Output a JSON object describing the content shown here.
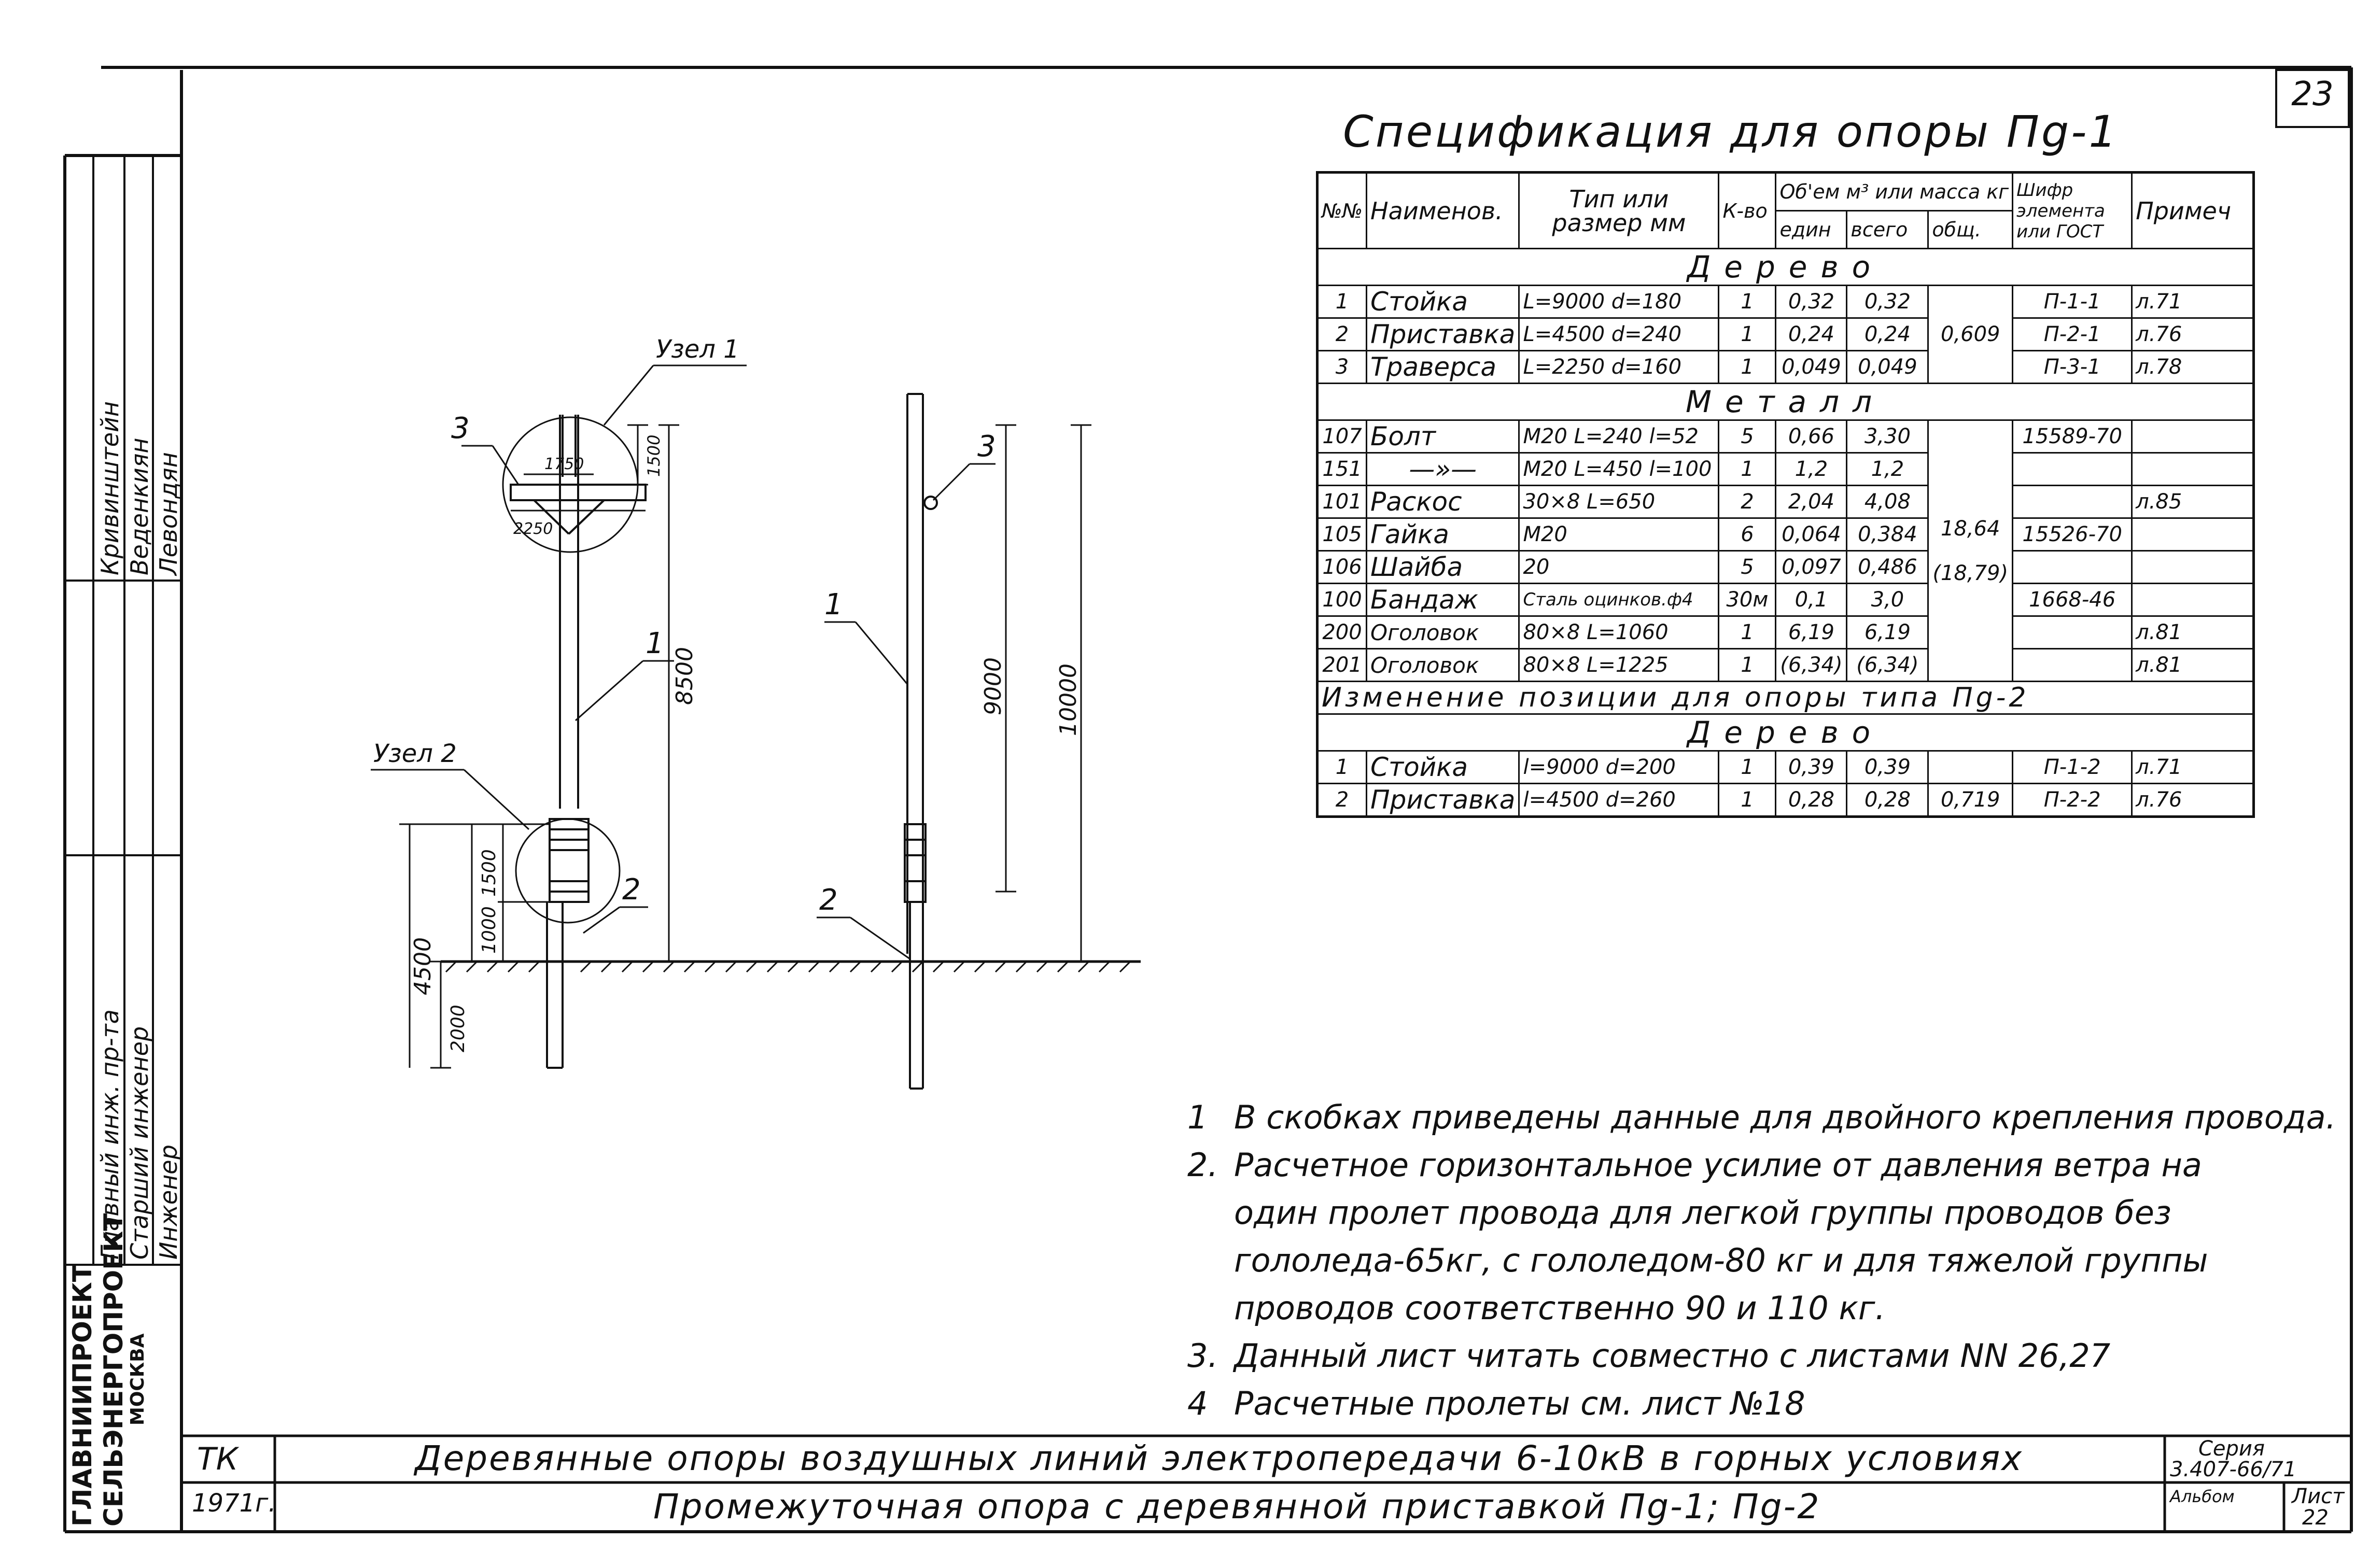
{
  "sheet": {
    "page_number": "23",
    "stamp_code": "ТК",
    "year": "1971г.",
    "title_main": "Деревянные опоры воздушных линий электропередачи 6-10кВ в горных условиях",
    "title_sub": "Промежуточная опора с деревянной приставкой Пg-1; Пg-2",
    "series_label": "Серия",
    "series_value": "3.407-66/71",
    "album_label": "Альбом",
    "sheet_label": "Лист",
    "sheet_value": "22"
  },
  "sidebar": {
    "org_line1": "ГЛАВНИИПРОЕКТ",
    "org_line2": "СЕЛЬЭНЕРГОПРОЕКТ",
    "org_line3": "МОСКВА",
    "role1": "Главный инж. пр-та",
    "role2": "Старший инженер",
    "role3": "Инженер",
    "name1": "Кривинштейн",
    "name2": "Веденкиян",
    "name3": "Левондян"
  },
  "drawing": {
    "node1_label": "Узел 1",
    "node2_label": "Узел 2",
    "callout_1": "1",
    "callout_2": "2",
    "callout_3": "3",
    "dim_8500": "8500",
    "dim_1500_top": "1500",
    "dim_1750": "1750",
    "dim_2250": "2250",
    "dim_1500_low": "1500",
    "dim_1000": "1000",
    "dim_4500": "4500",
    "dim_2000": "2000",
    "dim_9000": "9000",
    "dim_10000": "10000"
  },
  "spec": {
    "title": "Спецификация для опоры Пg-1",
    "headers": {
      "num": "№№",
      "name": "Наименов.",
      "type": "Тип или размер мм",
      "qty": "К-во",
      "volume_group": "Об'ем м³ или масса кг",
      "unit": "един",
      "total": "всего",
      "general": "общ.",
      "code": "Шифр элемента или ГОСТ",
      "note": "Примеч"
    },
    "section_wood": "Дерево",
    "section_metal": "Металл",
    "change_title": "Изменение позиции для опоры типа Пg-2",
    "section_wood2": "Дерево",
    "wood_rows": [
      {
        "num": "1",
        "name": "Стойка",
        "size": "L=9000 d=180",
        "qty": "1",
        "unit": "0,32",
        "total": "0,32",
        "code": "П-1-1",
        "note": "л.71"
      },
      {
        "num": "2",
        "name": "Приставка",
        "size": "L=4500 d=240",
        "qty": "1",
        "unit": "0,24",
        "total": "0,24",
        "code": "П-2-1",
        "note": "л.76"
      },
      {
        "num": "3",
        "name": "Траверса",
        "size": "L=2250 d=160",
        "qty": "1",
        "unit": "0,049",
        "total": "0,049",
        "code": "П-3-1",
        "note": "л.78"
      }
    ],
    "wood_general": "0,609",
    "metal_rows": [
      {
        "num": "107",
        "name": "Болт",
        "size": "М20 L=240 l=52",
        "qty": "5",
        "unit": "0,66",
        "total": "3,30",
        "code": "15589-70",
        "note": ""
      },
      {
        "num": "151",
        "name": "—»—",
        "size": "М20 L=450 l=100",
        "qty": "1",
        "unit": "1,2",
        "total": "1,2",
        "code": "",
        "note": ""
      },
      {
        "num": "101",
        "name": "Раскос",
        "size": "30×8 L=650",
        "qty": "2",
        "unit": "2,04",
        "total": "4,08",
        "code": "",
        "note": "л.85"
      },
      {
        "num": "105",
        "name": "Гайка",
        "size": "М20",
        "qty": "6",
        "unit": "0,064",
        "total": "0,384",
        "code": "15526-70",
        "note": ""
      },
      {
        "num": "106",
        "name": "Шайба",
        "size": "20",
        "qty": "5",
        "unit": "0,097",
        "total": "0,486",
        "code": "",
        "note": ""
      },
      {
        "num": "100",
        "name": "Бандаж",
        "size": "Сталь оцинков.ф4",
        "qty": "30м",
        "unit": "0,1",
        "total": "3,0",
        "code": "1668-46",
        "note": ""
      },
      {
        "num": "200",
        "name": "Оголовок",
        "size": "80×8 L=1060",
        "qty": "1",
        "unit": "6,19",
        "total": "6,19",
        "code": "",
        "note": "л.81"
      },
      {
        "num": "201",
        "name": "Оголовок",
        "size": "80×8 L=1225",
        "qty": "1",
        "unit": "(6,34)",
        "total": "(6,34)",
        "code": "",
        "note": "л.81"
      }
    ],
    "metal_general": "18,64",
    "metal_general_alt": "(18,79)",
    "change_rows": [
      {
        "num": "1",
        "name": "Стойка",
        "size": "l=9000 d=200",
        "qty": "1",
        "unit": "0,39",
        "total": "0,39",
        "general": "",
        "code": "П-1-2",
        "note": "л.71"
      },
      {
        "num": "2",
        "name": "Приставка",
        "size": "l=4500 d=260",
        "qty": "1",
        "unit": "0,28",
        "total": "0,28",
        "general": "0,719",
        "code": "П-2-2",
        "note": "л.76"
      }
    ]
  },
  "notes": {
    "n1_num": "1",
    "n1": "В скобках приведены данные для двойного крепления провода.",
    "n2_num": "2.",
    "n2_a": "Расчетное горизонтальное усилие от давления ветра на",
    "n2_b": "один пролет провода для легкой группы проводов без",
    "n2_c": "гололеда-65кг, с гололедом-80 кг и для тяжелой группы",
    "n2_d": "проводов соответственно 90 и 110 кг.",
    "n3_num": "3.",
    "n3": "Данный лист читать совместно с листами NN 26,27",
    "n4_num": "4",
    "n4": "Расчетные пролеты см. лист №18"
  }
}
